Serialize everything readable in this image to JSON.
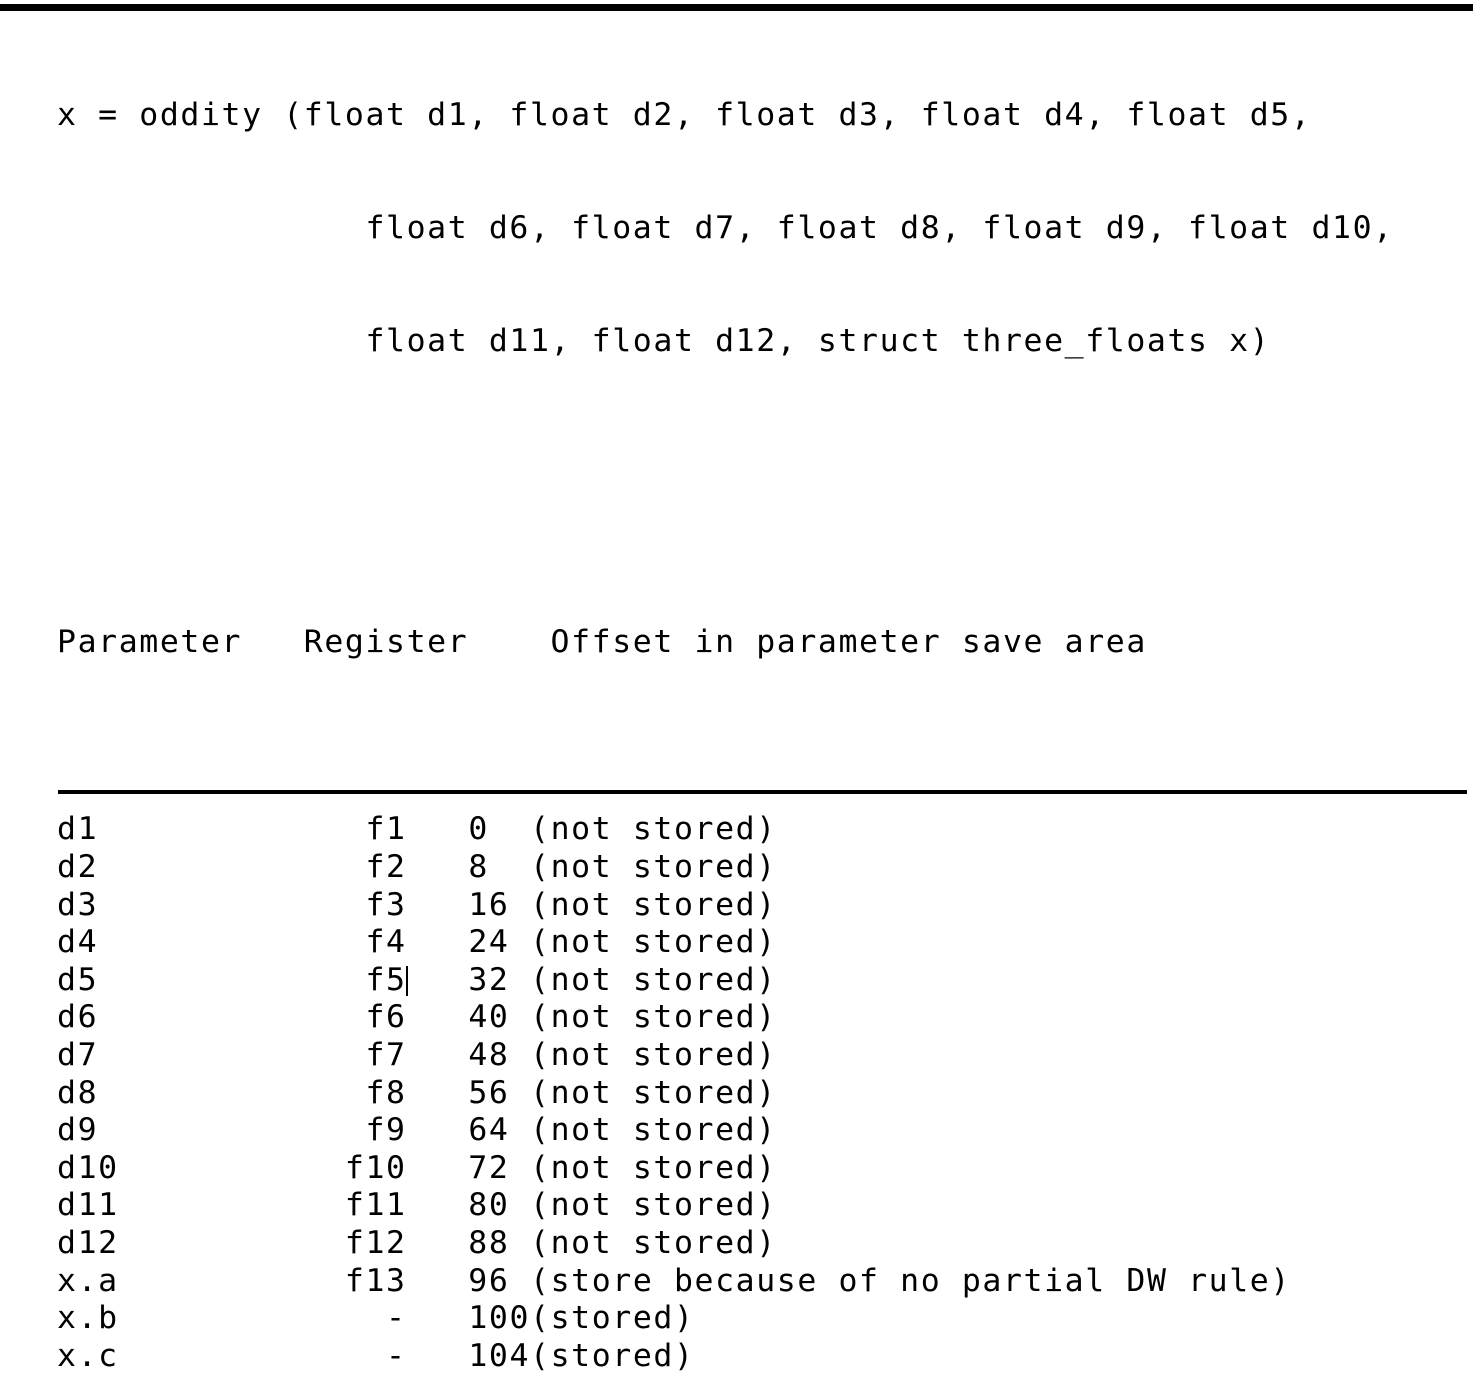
{
  "document": {
    "signature_lines": [
      "x = oddity (float d1, float d2, float d3, float d4, float d5,",
      "               float d6, float d7, float d8, float d9, float d10,",
      "               float d11, float d12, struct three_floats x)"
    ],
    "table": {
      "headers": {
        "parameter": "Parameter",
        "register": "Register",
        "offset": "Offset in parameter save area"
      },
      "header_line": "Parameter   Register    Offset in parameter save area",
      "rows": [
        {
          "parameter": "d1",
          "register": "f1",
          "offset": "0",
          "note": "(not stored)"
        },
        {
          "parameter": "d2",
          "register": "f2",
          "offset": "8",
          "note": "(not stored)"
        },
        {
          "parameter": "d3",
          "register": "f3",
          "offset": "16",
          "note": "(not stored)"
        },
        {
          "parameter": "d4",
          "register": "f4",
          "offset": "24",
          "note": "(not stored)"
        },
        {
          "parameter": "d5",
          "register": "f5",
          "offset": "32",
          "note": "(not stored)"
        },
        {
          "parameter": "d6",
          "register": "f6",
          "offset": "40",
          "note": "(not stored)"
        },
        {
          "parameter": "d7",
          "register": "f7",
          "offset": "48",
          "note": "(not stored)"
        },
        {
          "parameter": "d8",
          "register": "f8",
          "offset": "56",
          "note": "(not stored)"
        },
        {
          "parameter": "d9",
          "register": "f9",
          "offset": "64",
          "note": "(not stored)"
        },
        {
          "parameter": "d10",
          "register": "f10",
          "offset": "72",
          "note": "(not stored)"
        },
        {
          "parameter": "d11",
          "register": "f11",
          "offset": "80",
          "note": "(not stored)"
        },
        {
          "parameter": "d12",
          "register": "f12",
          "offset": "88",
          "note": "(not stored)"
        },
        {
          "parameter": "x.a",
          "register": "f13",
          "offset": "96",
          "note": "(store because of no partial DW rule)"
        },
        {
          "parameter": "x.b",
          "register": "-",
          "offset": "100",
          "note": "(stored)"
        },
        {
          "parameter": "x.c",
          "register": "-",
          "offset": "104",
          "note": "(stored)"
        }
      ]
    },
    "caret": {
      "visible": true,
      "after_row_index": 4,
      "after_field": "register"
    },
    "colors": {
      "text": "#000000",
      "background": "#ffffff",
      "rule": "#000000"
    }
  }
}
